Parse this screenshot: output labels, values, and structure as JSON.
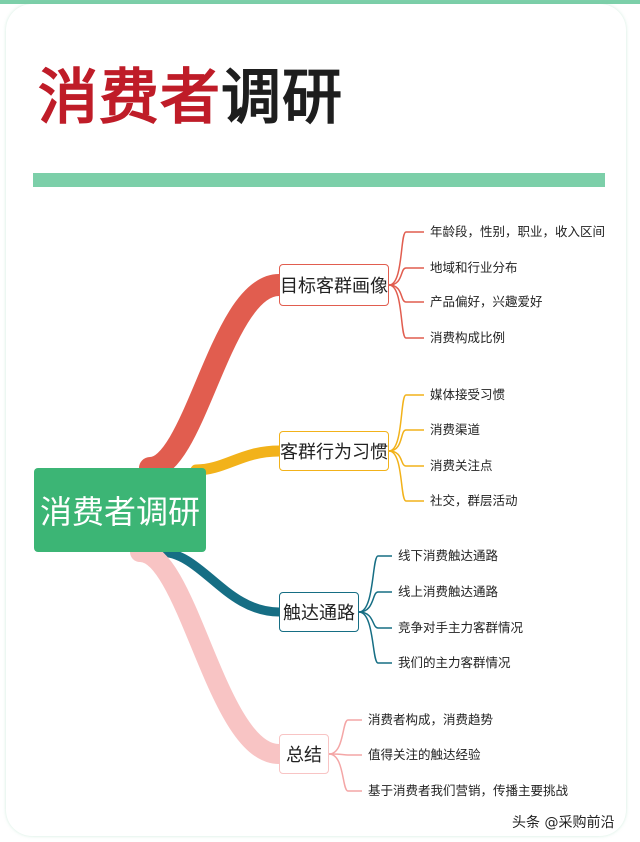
{
  "title": {
    "part1": "消费者",
    "part2": "调研"
  },
  "root_label": "消费者调研",
  "branches": [
    {
      "label": "目标客群画像",
      "color": "#e15d4f",
      "items": [
        "年龄段，性别，职业，收入区间",
        "地域和行业分布",
        "产品偏好，兴趣爱好",
        "消费构成比例"
      ]
    },
    {
      "label": "客群行为习惯",
      "color": "#f2b21a",
      "items": [
        "媒体接受习惯",
        "消费渠道",
        "消费关注点",
        "社交，群层活动"
      ]
    },
    {
      "label": "触达通路",
      "color": "#166e84",
      "items": [
        "线下消费触达通路",
        "线上消费触达通路",
        "竞争对手主力客群情况",
        "我们的主力客群情况"
      ]
    },
    {
      "label": "总结",
      "color": "#f8c4c4",
      "items": [
        "消费者构成，消费趋势",
        "值得关注的触达经验",
        "基于消费者我们营销，传播主要挑战"
      ]
    }
  ],
  "watermark": "头条 @采购前沿"
}
